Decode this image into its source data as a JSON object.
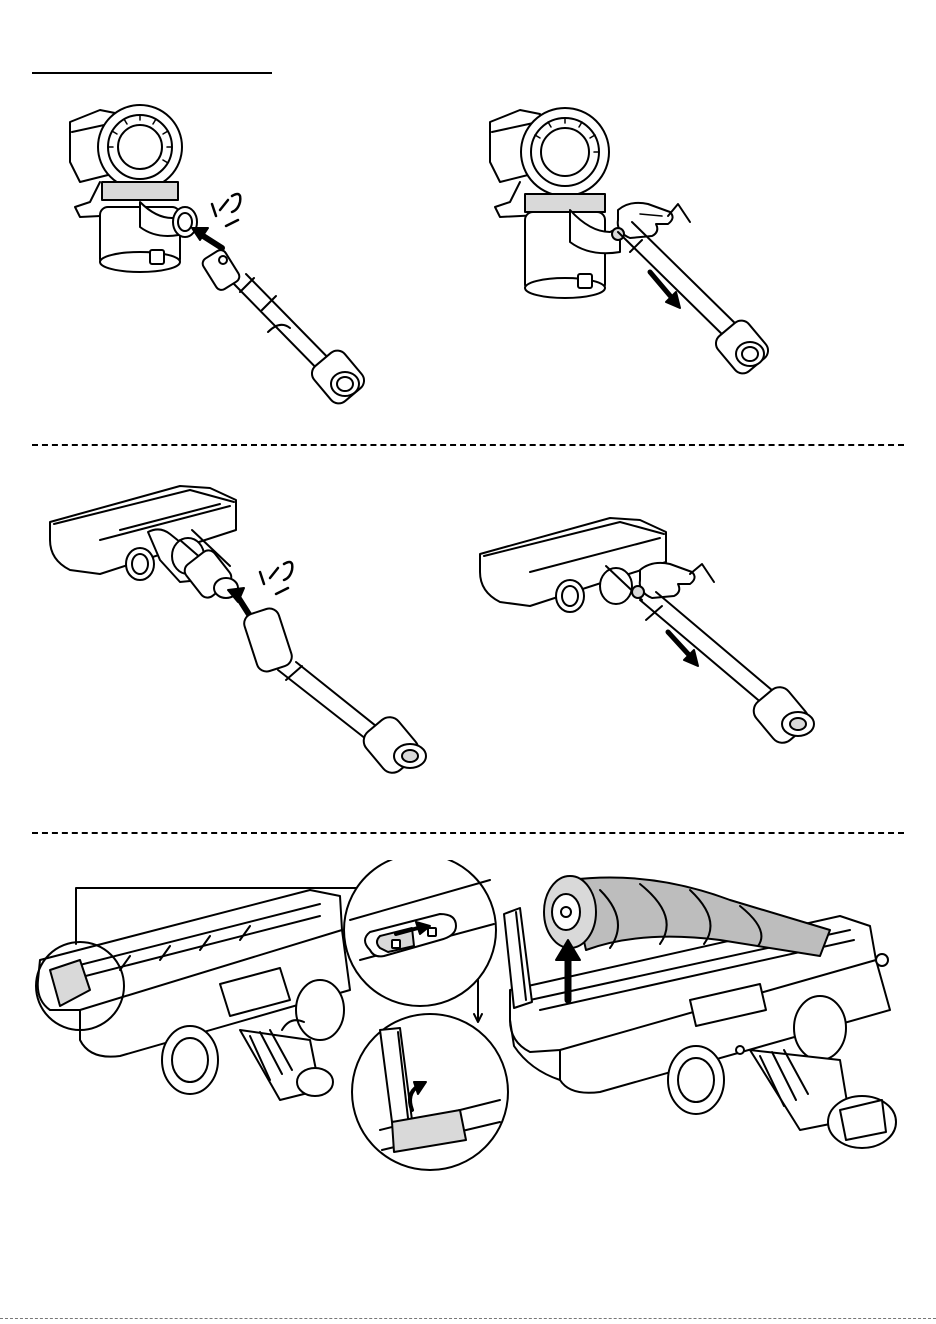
{
  "document": {
    "steps": [
      {
        "id": "step-attach-tube-to-handheld",
        "icon": "click-sound-icon"
      },
      {
        "id": "step-release-tube-from-handheld",
        "icon": "press-button-hand-icon"
      },
      {
        "id": "step-attach-tube-to-floor-head",
        "icon": "click-sound-icon"
      },
      {
        "id": "step-release-tube-from-floor-head",
        "icon": "press-button-hand-icon"
      },
      {
        "id": "step-open-brush-latch",
        "icon": "slide-latch-arrow-icon"
      },
      {
        "id": "step-remove-brush-roll",
        "icon": "lift-arrow-icon"
      }
    ],
    "colors": {
      "line": "#000000",
      "fill": "#ffffff",
      "shade": "#d9d9d9",
      "brush": "#bdbdbd"
    }
  }
}
